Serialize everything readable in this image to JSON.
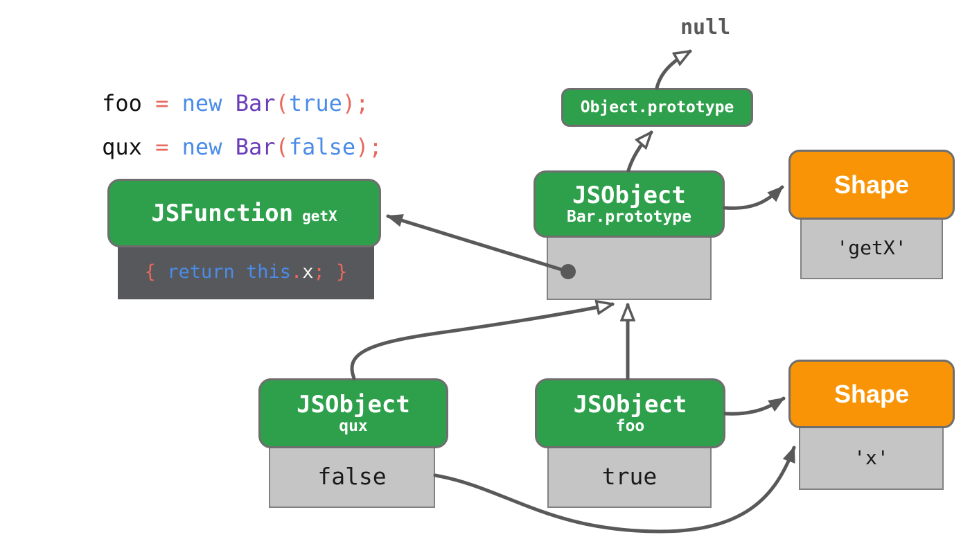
{
  "colors": {
    "node_green": "#2EA04C",
    "node_orange": "#F89406",
    "slot_gray": "#C5C5C5",
    "slot_border": "#818181",
    "code_slot_dark": "#56585B",
    "edge_gray": "#595959",
    "token_plain": "#111111",
    "token_punct": "#E8685C",
    "token_keyword": "#4A8CE8",
    "token_classname": "#6A3DB8",
    "token_white": "#F5F5F5",
    "text_white": "#FFFFFF"
  },
  "code_snippet": {
    "lines": [
      {
        "tokens": [
          {
            "text": "foo ",
            "color": "plain"
          },
          {
            "text": "= ",
            "color": "punct"
          },
          {
            "text": "new ",
            "color": "keyword"
          },
          {
            "text": "Bar",
            "color": "classname"
          },
          {
            "text": "(",
            "color": "punct"
          },
          {
            "text": "true",
            "color": "literal"
          },
          {
            "text": ");",
            "color": "punct"
          }
        ]
      },
      {
        "tokens": [
          {
            "text": "qux ",
            "color": "plain"
          },
          {
            "text": "= ",
            "color": "punct"
          },
          {
            "text": "new ",
            "color": "keyword"
          },
          {
            "text": "Bar",
            "color": "classname"
          },
          {
            "text": "(",
            "color": "punct"
          },
          {
            "text": "false",
            "color": "literal"
          },
          {
            "text": ");",
            "color": "punct"
          }
        ]
      }
    ]
  },
  "heap": {
    "null_label": "null",
    "object_prototype": {
      "title": "Object.prototype"
    },
    "bar_prototype": {
      "title": "JSObject",
      "subtitle": "Bar.prototype"
    },
    "js_function": {
      "title": "JSFunction",
      "name_tag": "getX",
      "code_tokens": [
        {
          "text": "{ ",
          "color": "punct"
        },
        {
          "text": "return ",
          "color": "keyword"
        },
        {
          "text": "this",
          "color": "keyword"
        },
        {
          "text": ".",
          "color": "punct"
        },
        {
          "text": "x",
          "color": "white"
        },
        {
          "text": ";",
          "color": "punct"
        },
        {
          "text": " }",
          "color": "punct"
        }
      ]
    },
    "shape_getx": {
      "title": "Shape",
      "slot": "'getX'"
    },
    "qux": {
      "title": "JSObject",
      "subtitle": "qux",
      "slot": "false"
    },
    "foo": {
      "title": "JSObject",
      "subtitle": "foo",
      "slot": "true"
    },
    "shape_x": {
      "title": "Shape",
      "slot": "'x'"
    }
  }
}
